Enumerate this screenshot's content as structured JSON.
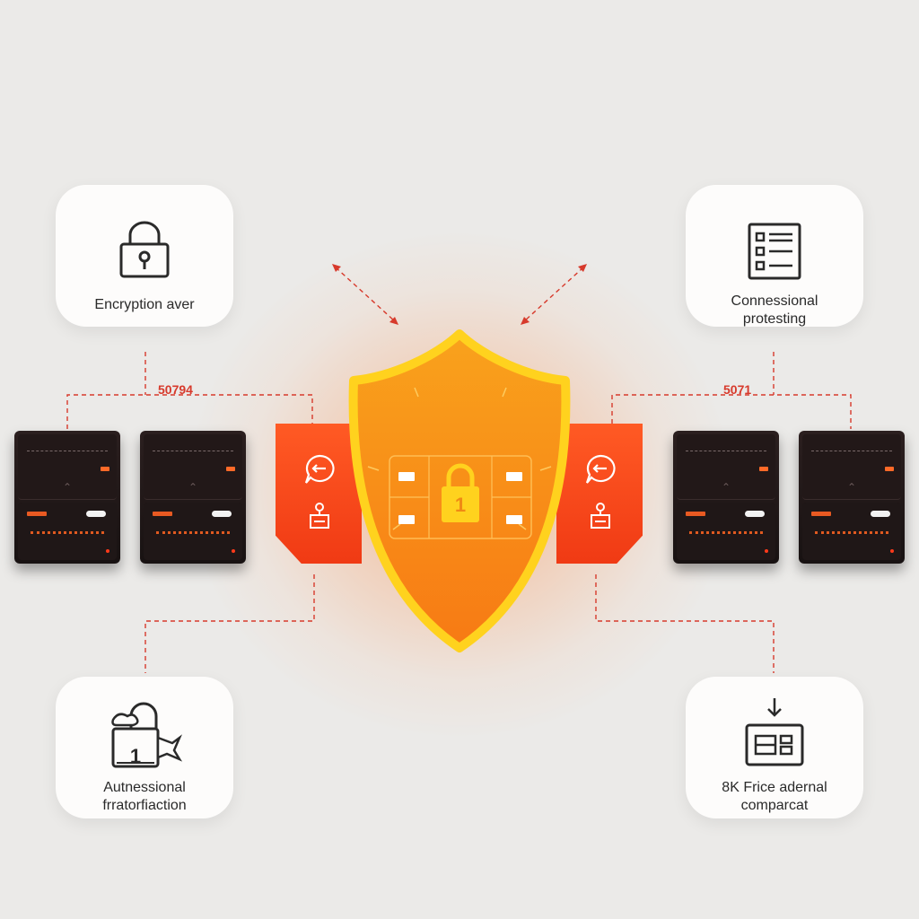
{
  "cards": {
    "encryption": {
      "label_lines": [
        "Encryption aver"
      ],
      "icon": "padlock-icon"
    },
    "connessional": {
      "label_lines": [
        "Connessional",
        "protesting"
      ],
      "icon": "checklist-icon"
    },
    "autnessional": {
      "label_lines": [
        "Autnessional",
        "frratorfiaction"
      ],
      "icon": "padlock-box-icon"
    },
    "frice": {
      "label_lines": [
        "8K Frice adernal",
        "comparcat"
      ],
      "icon": "panel-download-icon"
    }
  },
  "numbers": {
    "left": "50794",
    "right": "5071"
  },
  "shield": {
    "lock_digit": "1",
    "icon": "shield-icon"
  },
  "colors": {
    "accent_orange": "#f8901c",
    "accent_red": "#f03a14",
    "shield_yellow": "#ffd21e",
    "line_red": "#d73a2c",
    "device_dark": "#1c1414"
  }
}
